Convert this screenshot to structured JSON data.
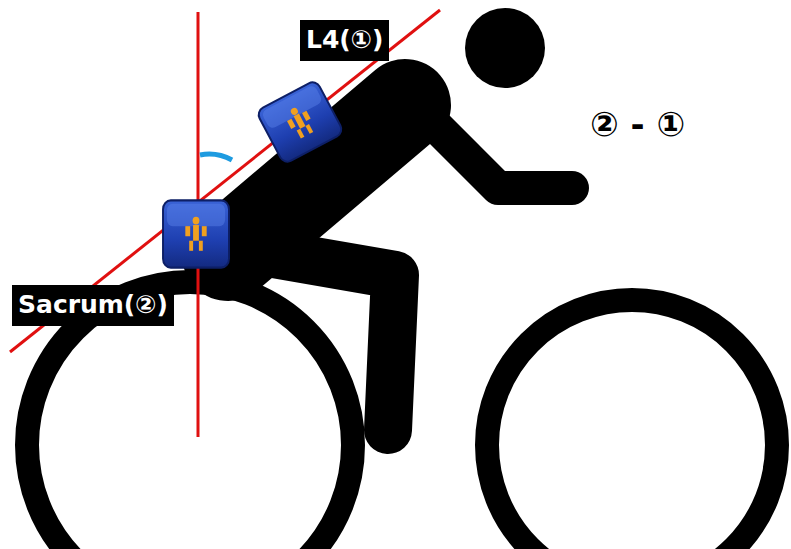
{
  "diagram": {
    "nodes": [
      {
        "text": [
          "L4(①)"
        ]
      },
      {
        "text": [
          "Sacrum(②)"
        ]
      }
    ],
    "labels": [
      "② - ①"
    ]
  }
}
